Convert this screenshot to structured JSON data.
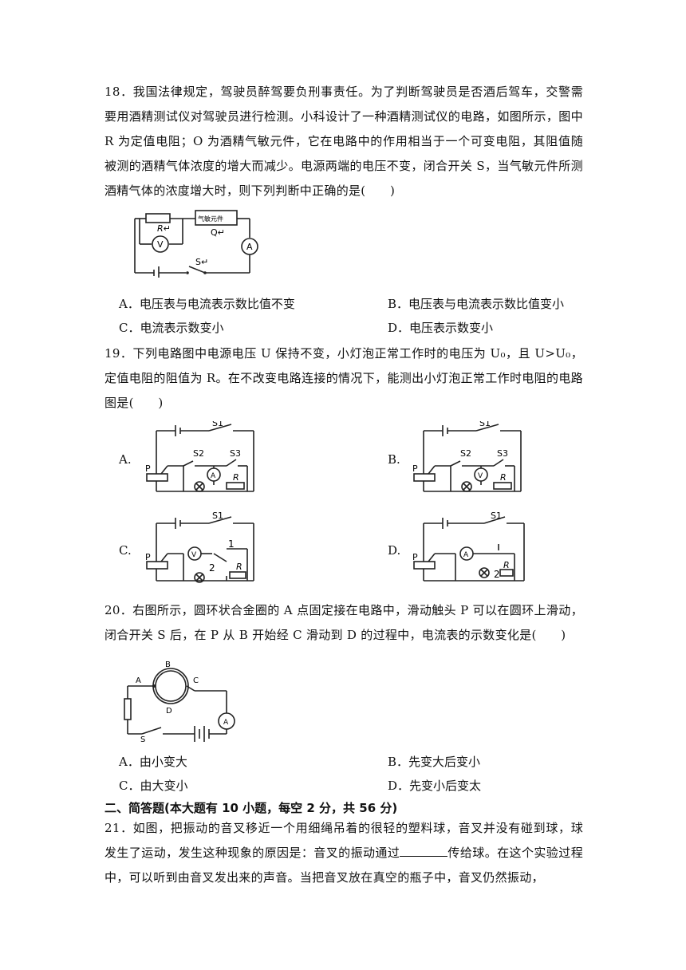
{
  "q18": {
    "text": "18．我国法律规定，驾驶员醉驾要负刑事责任。为了判断驾驶员是否酒后驾车，交警需要用酒精测试仪对驾驶员进行检测。小科设计了一种酒精测试仪的电路，如图所示，图中 R 为定值电阻；O 为酒精气敏元件，它在电路中的作用相当于一个可变电阻，其阻值随被测的酒精气体浓度的增大而减少。电源两端的电压不变，闭合开关 S，当气敏元件所测酒精气体的浓度增大时，则下列判断中正确的是(　　)",
    "figure": {
      "r_label": "R↵",
      "sensor_label": "气敏元件",
      "q_label": "Q↵",
      "switch_label": "S↵",
      "voltmeter": "V",
      "ammeter": "A"
    },
    "options": {
      "A": "A．电压表与电流表示数比值不变",
      "B": "B．电压表与电流表示数比值变小",
      "C": "C．电流表示数变小",
      "D": "D．电压表示数变小"
    }
  },
  "q19": {
    "text": "19．下列电路图中电源电压 U 保持不变，小灯泡正常工作时的电压为 U₀，且 U>U₀，定值电阻的阻值为 R。在不改变电路连接的情况下，能测出小灯泡正常工作时电阻的电路图是(　　)",
    "labels": {
      "A": "A.",
      "B": "B.",
      "C": "C.",
      "D": "D."
    },
    "fig_text": {
      "s1": "S1",
      "s2": "S2",
      "s3": "S3",
      "p": "P",
      "r": "R",
      "a": "A",
      "v": "V",
      "one": "1",
      "two": "2"
    }
  },
  "q20": {
    "text": "20．右图所示，圆环状合金圈的 A 点固定接在电路中，滑动触头 P 可以在圆环上滑动，闭合开关 S 后，在 P 从 B 开始经 C 滑动到 D 的过程中，电流表的示数变化是(　　)",
    "figure": {
      "a": "A",
      "b": "B",
      "c": "C",
      "d": "D",
      "s": "S",
      "meter": "A"
    },
    "options": {
      "A": "A．由小变大",
      "B": "B．先变大后变小",
      "C": "C．由大变小",
      "D": "D．先变小后变太"
    }
  },
  "section2": {
    "title": "二、简答题(本大题有 10 小题，每空 2 分，共 56 分)"
  },
  "q21": {
    "part1": "21．如图，把振动的音叉移近一个用细绳吊着的很轻的塑料球，音叉并没有碰到球，球发生了运动，发生这种现象的原因是：音叉的振动通过",
    "part2": "传给球。在这个实验过程中，可以听到由音叉发出来的声音。当把音叉放在真空的瓶子中，音叉仍然振动，"
  }
}
